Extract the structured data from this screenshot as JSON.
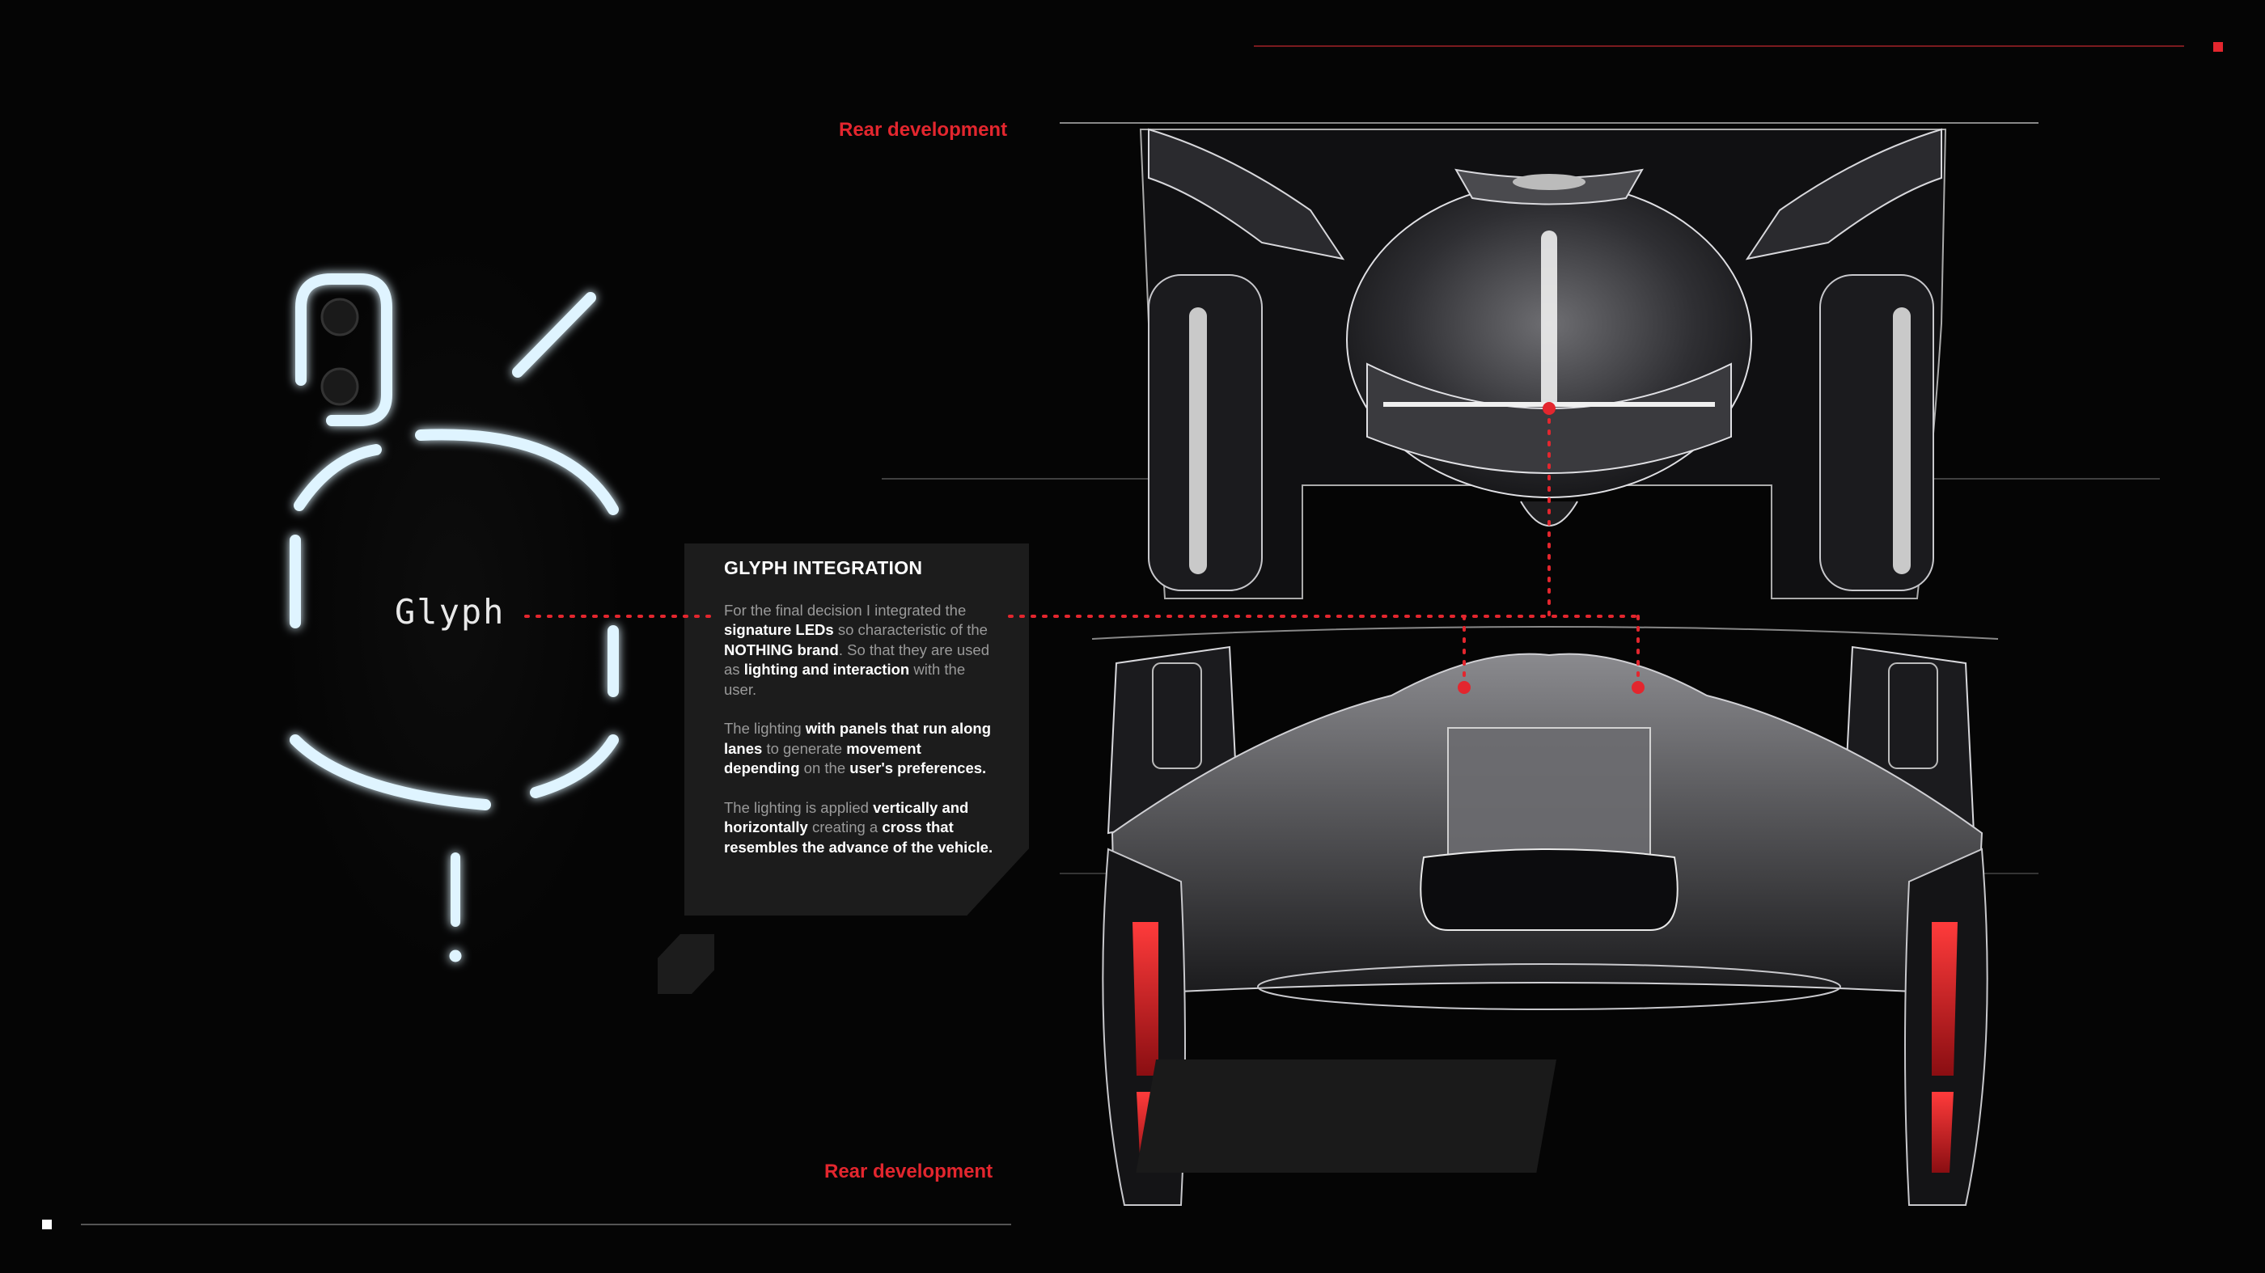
{
  "header_title_top": "Rear development",
  "header_title_bottom": "Rear development",
  "glyph_label": "Glyph",
  "section": {
    "heading": "GLYPH INTEGRATION",
    "p1": {
      "t1": "For the final decision I integrated the ",
      "b1": "signature LEDs",
      "t2": " so characteristic of the ",
      "b2": "NOTHING brand",
      "t3": ". So that they are used as ",
      "b3": "lighting and interaction",
      "t4": " with the user."
    },
    "p2": {
      "t1": "The lighting ",
      "b1": "with panels that run along lanes",
      "t2": " to generate ",
      "b2": "movement depending",
      "t3": " on the ",
      "b3": "user's preferences."
    },
    "p3": {
      "t1": "The lighting is applied ",
      "b1": "vertically and horizontally",
      "t2": " creating a ",
      "b2": "cross that resembles the advance of the vehicle."
    }
  },
  "colors": {
    "accent": "#e3262e",
    "background": "#050505",
    "glow": "#bfe8ff"
  },
  "icons": [
    "phone-glyph-icon",
    "car-rear-sketch",
    "car-top-sketch"
  ]
}
